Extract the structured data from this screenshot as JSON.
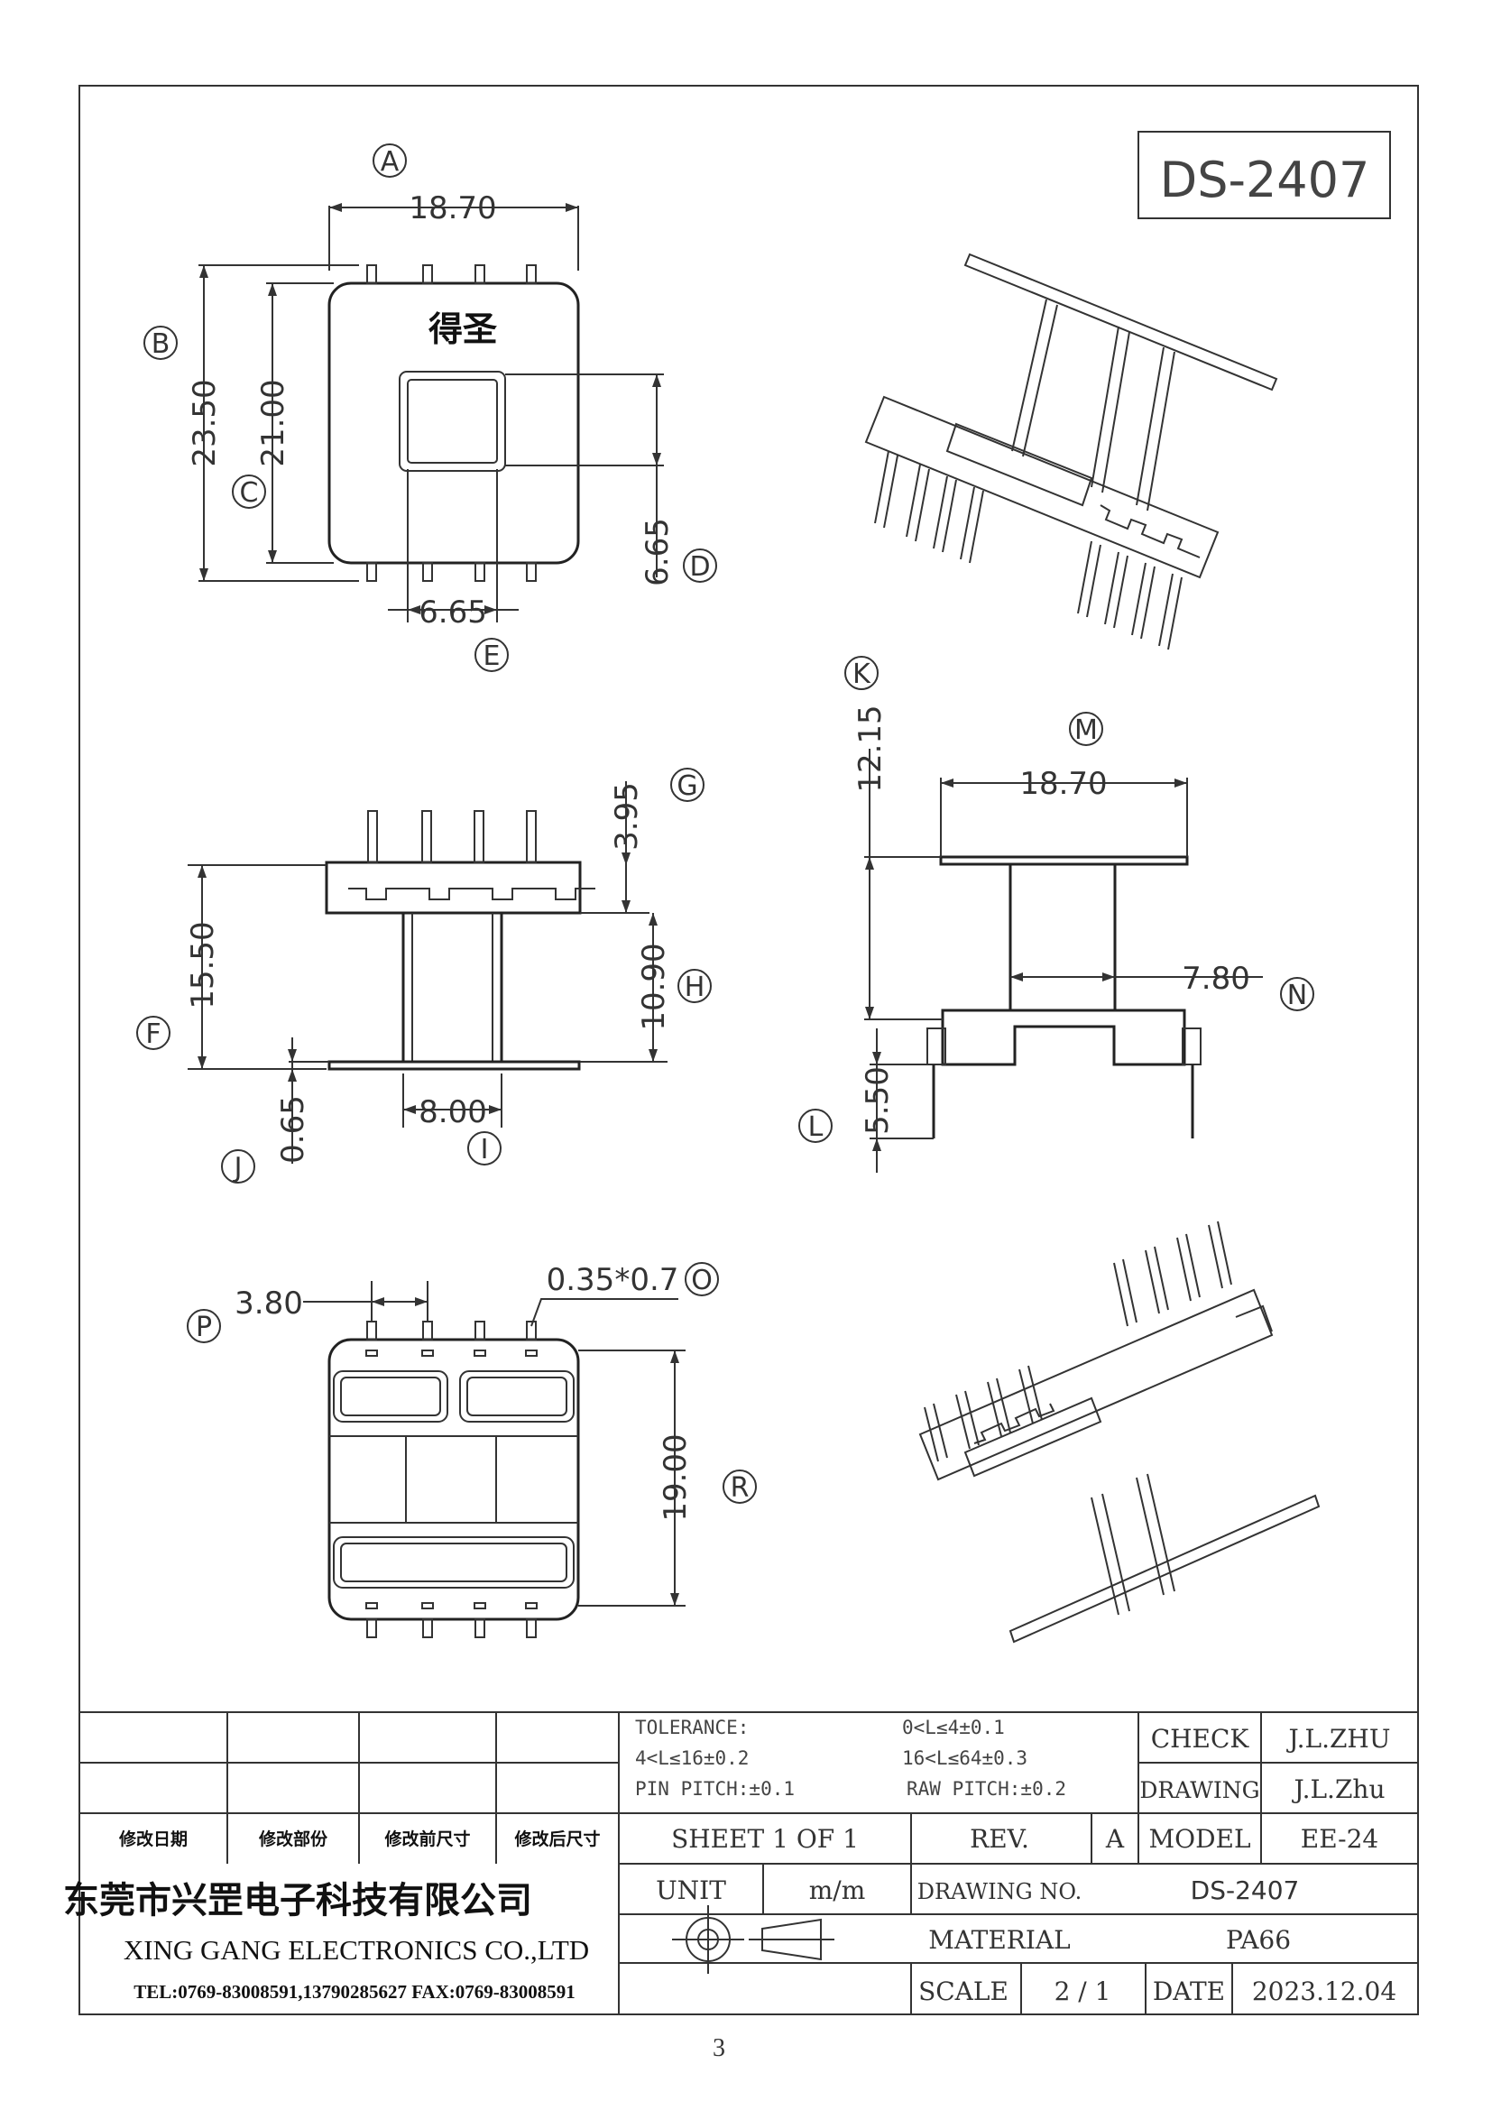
{
  "drawing_no_box": "DS-2407",
  "brand_mark": "得圣",
  "page_number": "3",
  "callouts": {
    "A": "A",
    "B": "B",
    "C": "C",
    "D": "D",
    "E": "E",
    "F": "F",
    "G": "G",
    "H": "H",
    "I": "I",
    "J": "J",
    "K": "K",
    "L": "L",
    "M": "M",
    "N": "N",
    "O": "O",
    "P": "P",
    "R": "R"
  },
  "dimensions": {
    "A": "18.70",
    "B": "23.50",
    "C": "21.00",
    "D": "6.65",
    "E": "6.65",
    "F": "15.50",
    "G": "3.95",
    "H": "10.90",
    "I": "8.00",
    "J": "0.65",
    "K": "12.15",
    "L": "5.50",
    "M": "18.70",
    "N": "7.80",
    "O": "0.35*0.7",
    "P": "3.80",
    "R": "19.00"
  },
  "title_block": {
    "tolerance_label": "TOLERANCE:",
    "tol_1": "0<L≤4±0.1",
    "tol_2": "4<L≤16±0.2",
    "tol_3": "16<L≤64±0.3",
    "pin_pitch": "PIN PITCH:±0.1",
    "raw_pitch": "RAW PITCH:±0.2",
    "check_label": "CHECK",
    "check_value": "J.L.ZHU",
    "drawing_label": "DRAWING",
    "drawing_value": "J.L.Zhu",
    "rev_headers": [
      "修改日期",
      "修改部份",
      "修改前尺寸",
      "修改后尺寸"
    ],
    "sheet": "SHEET 1 OF 1",
    "rev_label": "REV.",
    "rev_value": "A",
    "model_label": "MODEL",
    "model_value": "EE-24",
    "unit_label": "UNIT",
    "unit_value": "m/m",
    "drawing_no_label": "DRAWING NO.",
    "drawing_no_value": "DS-2407",
    "material_label": "MATERIAL",
    "material_value": "PA66",
    "scale_label": "SCALE",
    "scale_value": "2 / 1",
    "date_label": "DATE",
    "date_value": "2023.12.04",
    "company_cn": "东莞市兴罡电子科技有限公司",
    "company_en": "XING GANG  ELECTRONICS CO.,LTD",
    "contact": "TEL:0769-83008591,13790285627  FAX:0769-83008591"
  }
}
